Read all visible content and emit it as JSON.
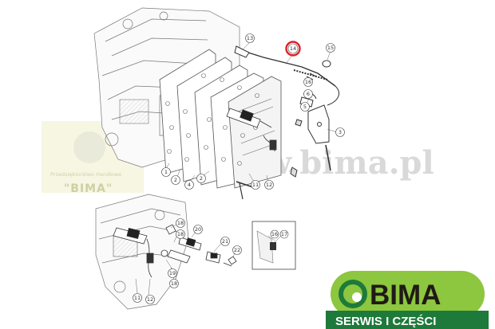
{
  "callouts": {
    "c1": "1",
    "c2": "2",
    "c3": "3",
    "c4": "4",
    "c5": "5",
    "c6": "6",
    "c11": "11",
    "c12": "12",
    "c13": "13",
    "c14": "14",
    "c15": "15",
    "c16": "16",
    "c17": "17",
    "c18": "18",
    "c19": "19",
    "c20": "20",
    "c21": "21",
    "c22": "22"
  },
  "highlighted_callout": "14",
  "inset": {
    "c16": "16",
    "c17": "17"
  },
  "watermark": {
    "line1": "Przedsiębiorstwo Handlowe",
    "line2": "\"BIMA\"",
    "url": "www.bima.pl"
  },
  "logo": {
    "word": "BIMA",
    "subtitle": "SERWIS I CZĘŚCI"
  },
  "colors": {
    "highlight": "#e0202a",
    "logo_green": "#8dc63f",
    "logo_footer": "#1d7a3a"
  }
}
